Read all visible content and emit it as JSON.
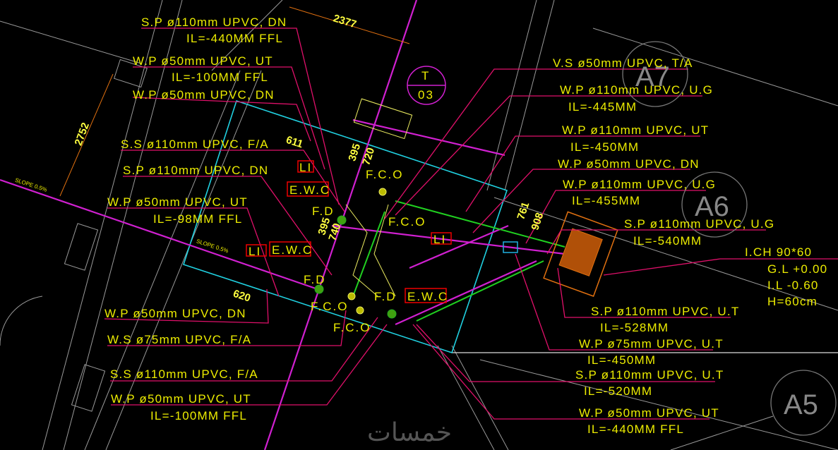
{
  "drawing": {
    "labels_left": [
      {
        "line1": "S.P ø110mm UPVC, DN",
        "line2": "IL=-440MM FFL"
      },
      {
        "line1": "W.P ø50mm UPVC, UT",
        "line2": "IL=-100MM FFL"
      },
      {
        "line1": "W.P ø50mm UPVC, DN"
      },
      {
        "line1": "S.S ø110mm UPVC, F/A"
      },
      {
        "line1": "S.P ø110mm UPVC, DN"
      },
      {
        "line1": "W.P ø50mm UPVC, UT",
        "line2": "IL=-98MM FFL"
      },
      {
        "line1": "W.P ø50mm UPVC, DN"
      },
      {
        "line1": "W.S ø75mm UPVC, F/A"
      },
      {
        "line1": "S.S ø110mm UPVC, F/A"
      },
      {
        "line1": "W.P ø50mm UPVC, UT",
        "line2": "IL=-100MM FFL"
      }
    ],
    "labels_right": [
      {
        "line1": "V.S ø50mm UPVC, T/A"
      },
      {
        "line1": "W.P ø110mm UPVC, U.G",
        "line2": "IL=-445MM"
      },
      {
        "line1": "W.P ø110mm UPVC, UT",
        "line2": "IL=-450MM"
      },
      {
        "line1": "W.P ø50mm UPVC, DN"
      },
      {
        "line1": "W.P ø110mm UPVC, U.G",
        "line2": "IL=-455MM"
      },
      {
        "line1": "S.P ø110mm UPVC, U.G",
        "line2": "IL=-540MM"
      },
      {
        "line1": "S.P ø110mm UPVC, U.T",
        "line2": "IL=-528MM"
      },
      {
        "line1": "W.P ø75mm UPVC, U.T",
        "line2": "IL=-450MM"
      },
      {
        "line1": "S.P ø110mm UPVC, U.T",
        "line2": "IL=-520MM"
      },
      {
        "line1": "W.P ø50mm UPVC, UT",
        "line2": "IL=-440MM FFL"
      }
    ],
    "inspection_chamber": {
      "title": "I.CH 90*60",
      "gl": "G.L +0.00",
      "il": "I.L -0.60",
      "h": "H=60cm"
    },
    "dimensions": [
      "2377",
      "2752",
      "611",
      "395",
      "720",
      "395",
      "740",
      "620",
      "761",
      "908"
    ],
    "tags": {
      "fco": "F.C.O",
      "fd": "F.D",
      "ewc": "E.W.C",
      "li": "LI",
      "slope": "SLOPE 0.5%"
    },
    "section_marker": {
      "top": "T",
      "bottom": "03"
    },
    "grid_bubbles": [
      "A7",
      "A6",
      "A5"
    ],
    "watermark": "خمسات",
    "colors": {
      "background": "#000000",
      "text": "#ecec00",
      "leader": "#e0106a",
      "pipe": "#d020d0",
      "wall": "#9a9a9a",
      "outline": "#20d0e0"
    }
  }
}
